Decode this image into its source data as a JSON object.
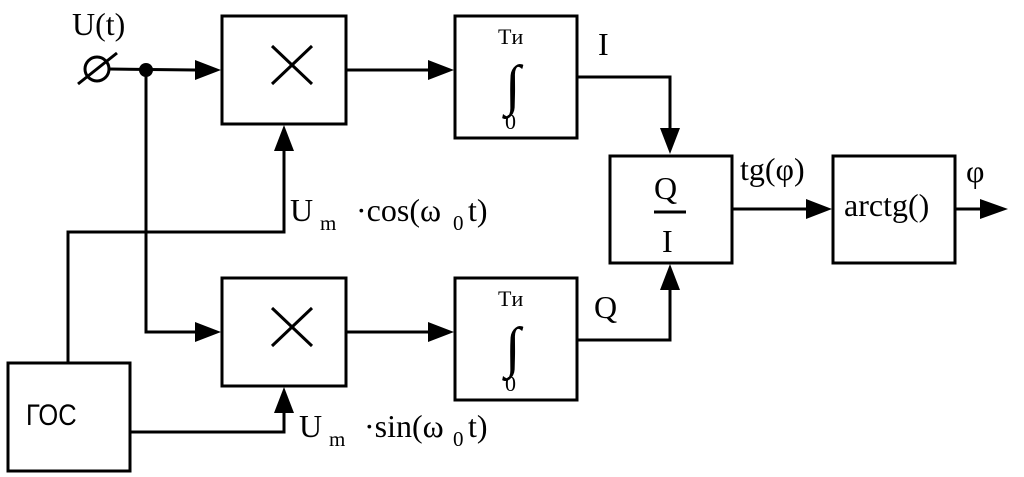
{
  "input": {
    "label": "U(t)"
  },
  "oscillator": {
    "label": "ГОС"
  },
  "integrator_top": {
    "upper_limit": "Tи",
    "lower_limit": "0",
    "symbol": "∫",
    "output_label": "I"
  },
  "integrator_bottom": {
    "upper_limit": "Tи",
    "lower_limit": "0",
    "symbol": "∫",
    "output_label": "Q"
  },
  "divider": {
    "numerator": "Q",
    "denominator": "I",
    "output_label": "tg(φ)"
  },
  "arctg": {
    "label": "arctg()",
    "output_label": "φ"
  },
  "reference_cos": {
    "amplitude": "U",
    "amplitude_sub": "m",
    "func": "·cos(ω",
    "func_sub": "0",
    "func_tail": "t)"
  },
  "reference_sin": {
    "amplitude": "U",
    "amplitude_sub": "m",
    "func": "·sin(ω",
    "func_sub": "0",
    "func_tail": "t)"
  }
}
